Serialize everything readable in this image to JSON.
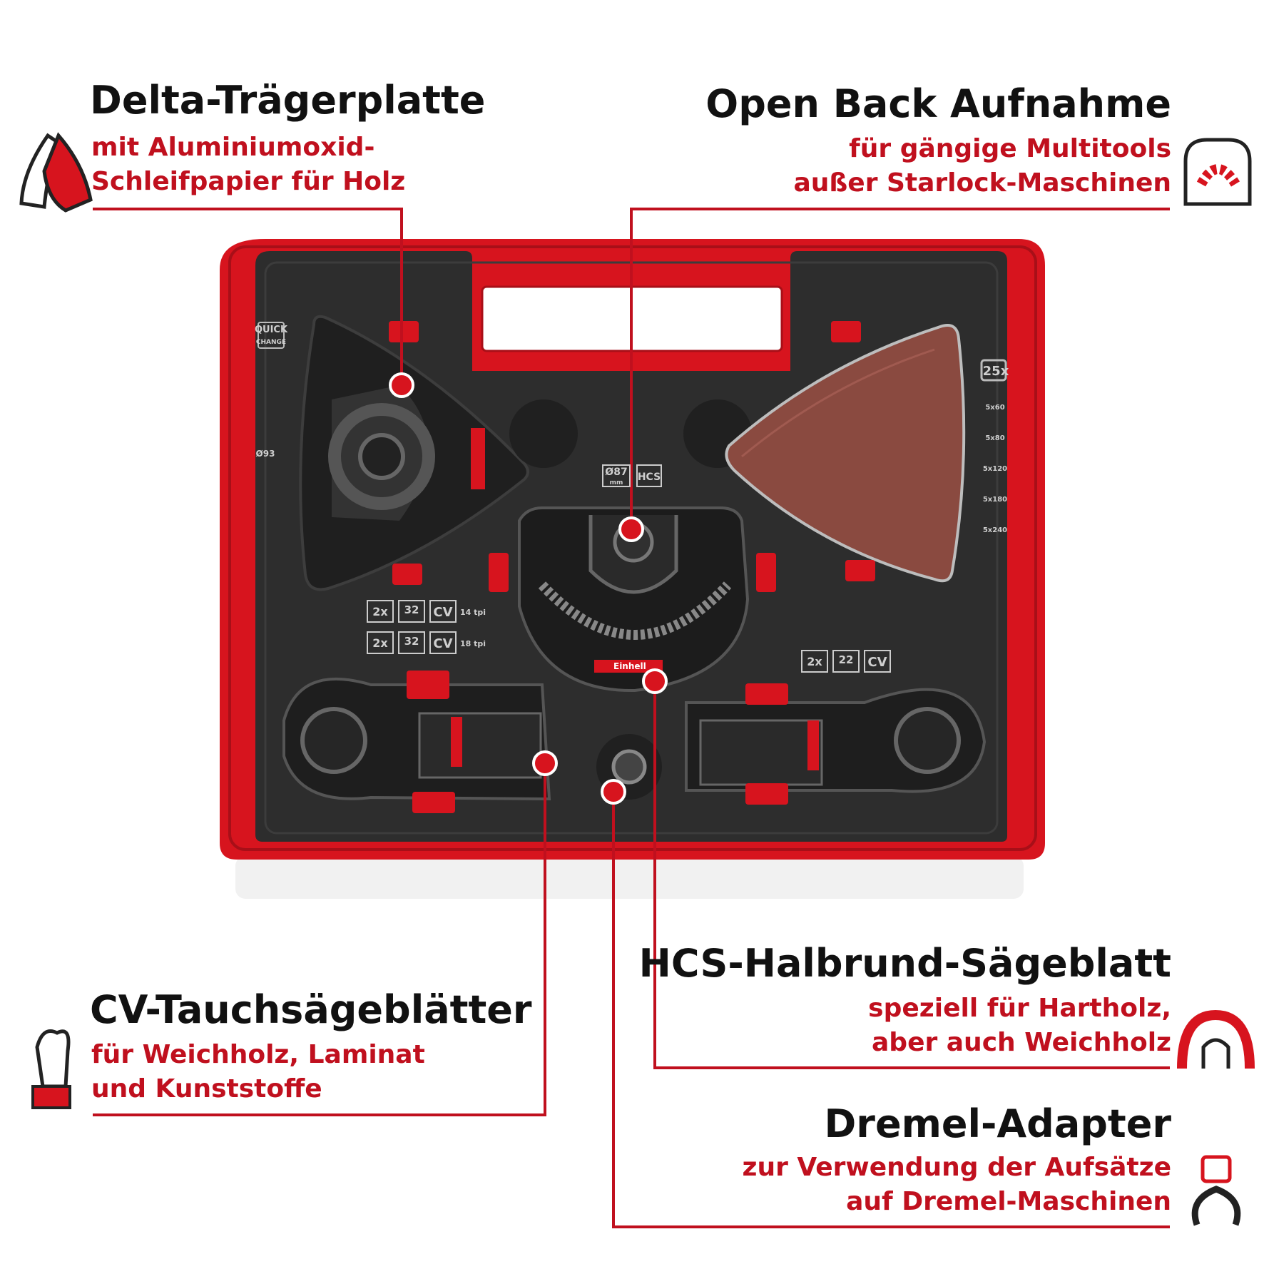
{
  "callouts": {
    "delta": {
      "title": "Delta-Trägerplatte",
      "line1": "mit Aluminiumoxid-",
      "line2": "Schleifpapier für Holz"
    },
    "openback": {
      "title": "Open Back Aufnahme",
      "line1": "für gängige Multitools",
      "line2": "außer Starlock-Maschinen"
    },
    "cv": {
      "title": "CV-Tauchsägeblätter",
      "line1": "für Weichholz, Laminat",
      "line2": "und Kunststoffe"
    },
    "hcs": {
      "title": "HCS-Halbrund-Sägeblatt",
      "line1": "speziell für Hartholz,",
      "line2": "aber auch Weichholz"
    },
    "dremel": {
      "title": "Dremel-Adapter",
      "line1": "zur Verwendung der Aufsätze",
      "line2": "auf Dremel-Maschinen"
    }
  },
  "case_labels": {
    "quick1": "QUICK",
    "quick2": "CHANGE",
    "pack_25x": "25x",
    "diam": "Ø87",
    "mm": "mm",
    "hcs": "HCS",
    "twox": "2x",
    "n32": "32",
    "n22": "22",
    "cv": "CV",
    "tpi14": "14 tpi",
    "tpi18": "18 tpi",
    "brand": "Einhell",
    "delta93": "Ø93",
    "grits": [
      "5x60",
      "5x80",
      "5x120",
      "5x180",
      "5x240"
    ]
  },
  "colors": {
    "accent_red": "#c0101e",
    "case_red": "#d7141e",
    "tray_dark": "#2e2e2e"
  }
}
